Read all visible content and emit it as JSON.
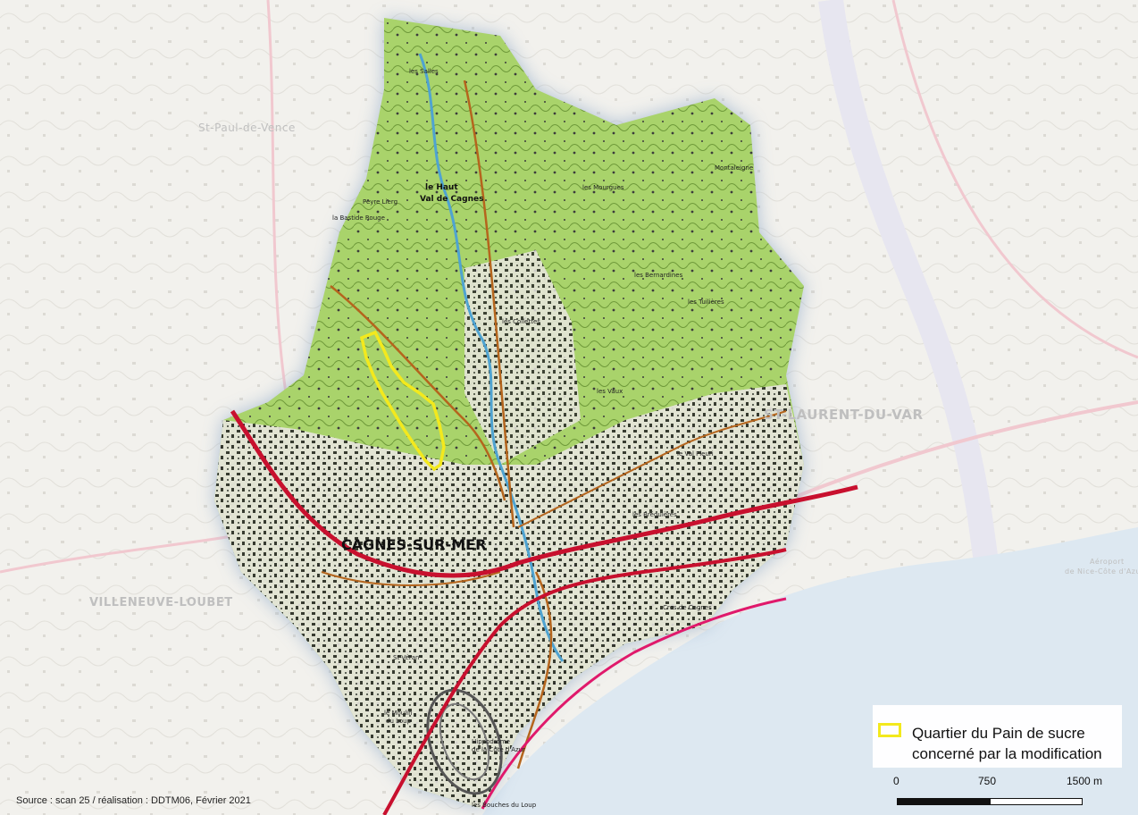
{
  "map": {
    "place_labels_faded": {
      "st_paul": "St-Paul-de-Vence",
      "st_laurent": "ST-LAURENT-DU-VAR",
      "villeneuve": "VILLENEUVE-LOUBET",
      "aeroport": "Aéroport",
      "nice_cote": "de Nice-Côte d'Azur"
    },
    "place_labels": {
      "cagnes": "CAGNES-SUR-MER",
      "haut_cagnes_1": "le Haut",
      "haut_cagnes_2": "Val de Cagnes",
      "collettes": "les Collettes",
      "bernardines": "les Bernardines",
      "breguieres": "les Bréguières",
      "mourgues": "les Mourgues",
      "vaux": "les Vaux",
      "hippodrome_1": "Hippodrome",
      "hippodrome_2": "de la Côte d'Azur",
      "cros": "Cros de Cagnes",
      "st_veran": "St-Véran",
      "moulin_1": "le Moulin",
      "moulin_2": "du Loup",
      "bouches": "les Bouches du Loup",
      "tuilieres": "les Tuilières",
      "val_fleuri": "le Val Fleuri",
      "montaleigne": "Montaleigne",
      "peyre_lierg": "Peyre Lierg",
      "bastide_rouge": "la Bastide Rouge",
      "colles": "les Salles"
    },
    "colors": {
      "highlight_outline": "#f3e91d",
      "main_road": "#c8102e",
      "secondary_road": "#b5651d",
      "river": "#4fa3d1",
      "vegetation": "#9ccc5a",
      "sea": "#d8e8f2"
    }
  },
  "legend": {
    "item_label": "Quartier du Pain de sucre concerné par la modification",
    "swatch_color": "#f3e91d"
  },
  "scale": {
    "tick_0": "0",
    "tick_mid": "750",
    "tick_end": "1500 m"
  },
  "source": "Source : scan 25 / réalisation : DDTM06, Février 2021"
}
